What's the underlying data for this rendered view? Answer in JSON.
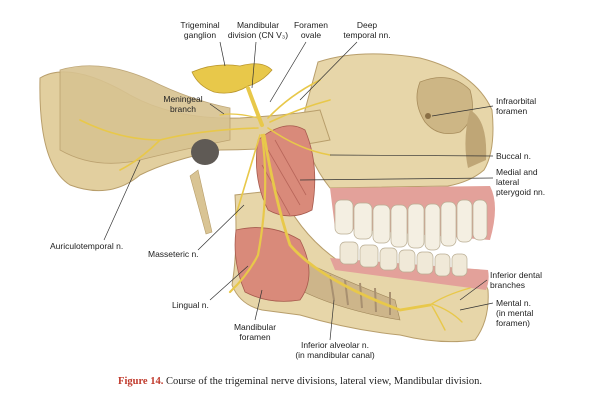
{
  "labels": {
    "trigeminal_ganglion": "Trigeminal\nganglion",
    "mandibular_division": "Mandibular\ndivision (CN V₃)",
    "foramen_ovale": "Foramen\novale",
    "deep_temporal": "Deep\ntemporal nn.",
    "meningeal_branch": "Meningeal\nbranch",
    "infraorbital_foramen": "Infraorbital\nforamen",
    "buccal": "Buccal n.",
    "medial_lateral_pterygoid": "Medial and\nlateral\npterygoid nn.",
    "auriculotemporal": "Auriculotemporal n.",
    "masseteric": "Masseteric n.",
    "inferior_dental_branches": "Inferior dental\nbranches",
    "mental": "Mental n.\n(in mental\nforamen)",
    "lingual": "Lingual n.",
    "mandibular_foramen": "Mandibular\nforamen",
    "inferior_alveolar": "Inferior alveolar n.\n(in mandibular canal)"
  },
  "caption": {
    "number": "Figure 14.",
    "text": " Course of the trigeminal nerve divisions, lateral view, Mandibular division."
  },
  "colors": {
    "bone": "#e7d6a9",
    "bone_shadow": "#c9b384",
    "nerve": "#e8c84a",
    "muscle": "#d98a7a",
    "gum": "#e3a19a",
    "tooth": "#f4efe2",
    "caption_red": "#c0392b"
  }
}
